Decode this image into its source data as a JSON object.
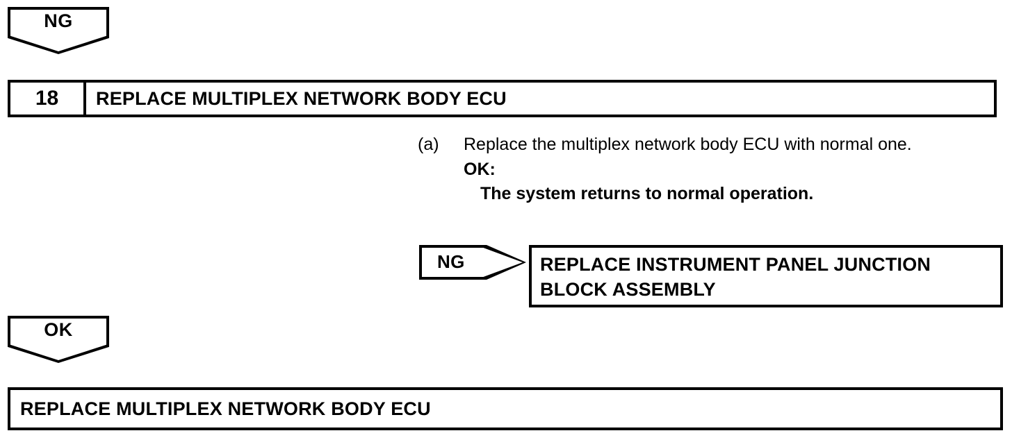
{
  "flow": {
    "entry_connector": {
      "label": "NG",
      "shape": "pentagon-down"
    },
    "step": {
      "number": "18",
      "title": "REPLACE MULTIPLEX NETWORK BODY ECU"
    },
    "procedure": {
      "marker": "(a)",
      "instruction": "Replace the multiplex network body ECU with normal one.",
      "criteria_label": "OK:",
      "criteria_value": "The system returns to normal operation."
    },
    "ng_branch": {
      "connector_label": "NG",
      "result": "REPLACE INSTRUMENT PANEL JUNCTION BLOCK ASSEMBLY"
    },
    "ok_branch": {
      "connector_label": "OK",
      "result": "REPLACE MULTIPLEX NETWORK BODY ECU"
    }
  },
  "colors": {
    "ink": "#000000",
    "paper": "#ffffff"
  }
}
